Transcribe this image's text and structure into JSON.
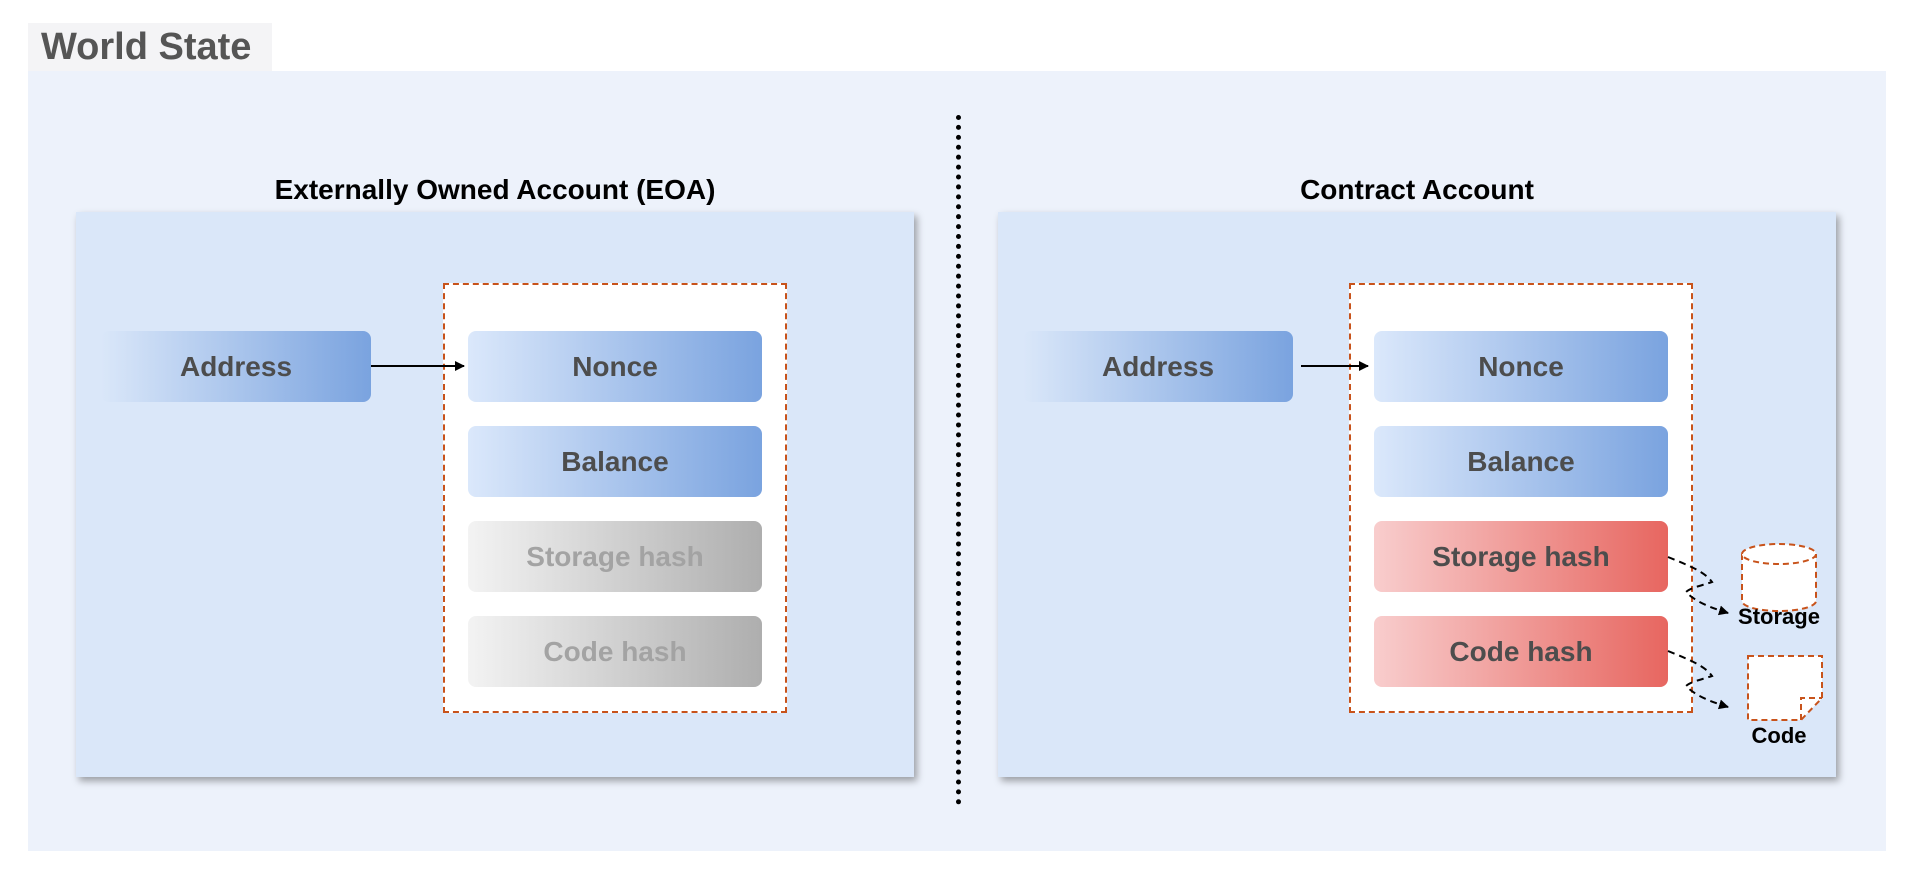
{
  "world_state": {
    "title": "World State"
  },
  "eoa": {
    "title": "Externally Owned Account (EOA)",
    "address": "Address",
    "fields": [
      "Nonce",
      "Balance",
      "Storage hash",
      "Code hash"
    ]
  },
  "contract": {
    "title": "Contract Account",
    "address": "Address",
    "fields": [
      "Nonce",
      "Balance",
      "Storage hash",
      "Code hash"
    ],
    "storage_label": "Storage",
    "code_label": "Code"
  },
  "colors": {
    "dashed_border": "#c8531b",
    "field_blue": "#7aa3df",
    "field_red": "#e76660",
    "field_gray": "#aeaeae",
    "panel_bg": "#dae7f9"
  }
}
